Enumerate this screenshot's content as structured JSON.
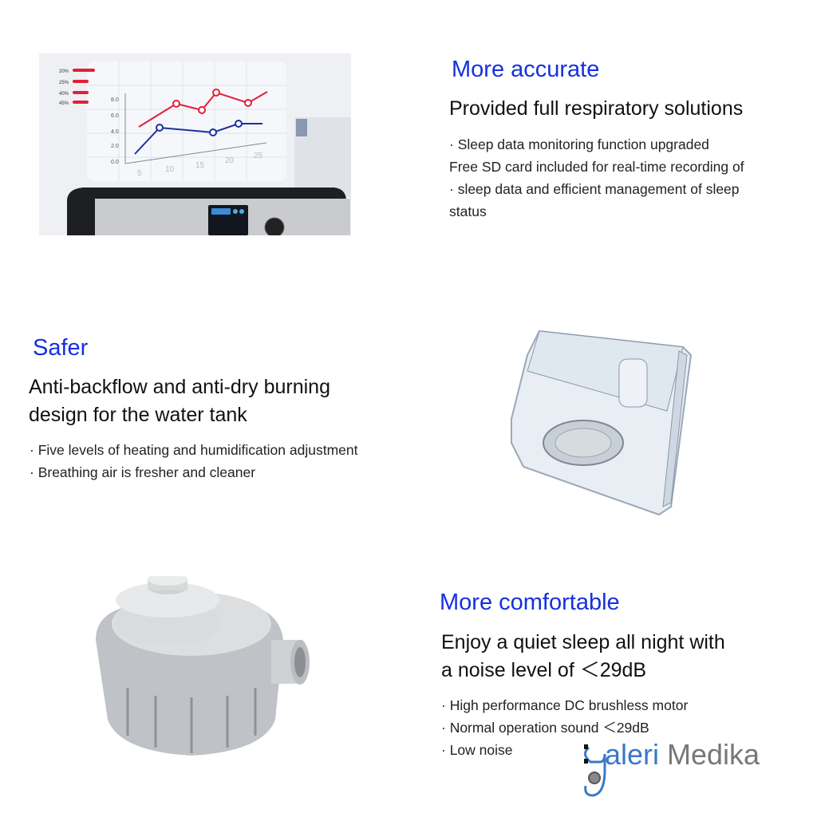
{
  "section1": {
    "heading": "More accurate",
    "subheading": "Provided full respiratory solutions",
    "bullets": [
      "· Sleep data monitoring function upgraded",
      "Free SD card included for real-time recording of",
      "· sleep data and efficient management of sleep",
      "status"
    ],
    "image": {
      "percent_labels": [
        "20%",
        "25%",
        "40%",
        "45%"
      ],
      "y_ticks": [
        "8.0",
        "6.0",
        "4.0",
        "2.0",
        "0.0"
      ],
      "x_ticks": [
        "5",
        "10",
        "15",
        "20",
        "25"
      ],
      "colors": {
        "red": "#e0203a",
        "blue": "#1a2fa0"
      }
    }
  },
  "section2": {
    "heading": "Safer",
    "subheading": [
      "Anti-backflow and anti-dry burning",
      "design for the water tank"
    ],
    "bullets": [
      "· Five levels of heating and humidification adjustment",
      "· Breathing air is fresher and cleaner"
    ]
  },
  "section3": {
    "heading": "More comfortable",
    "subheading": [
      "Enjoy a quiet sleep all night with",
      "a noise level of ＜29dB"
    ],
    "bullets": [
      "· High performance DC brushless motor",
      "· Normal operation sound ＜29dB",
      "· Low noise"
    ]
  },
  "watermark": {
    "part1": "aleri",
    "part2": "Medika",
    "colors": {
      "blue": "#3a78c8",
      "gray": "#777777"
    }
  },
  "colors": {
    "heading": "#1530e0"
  }
}
